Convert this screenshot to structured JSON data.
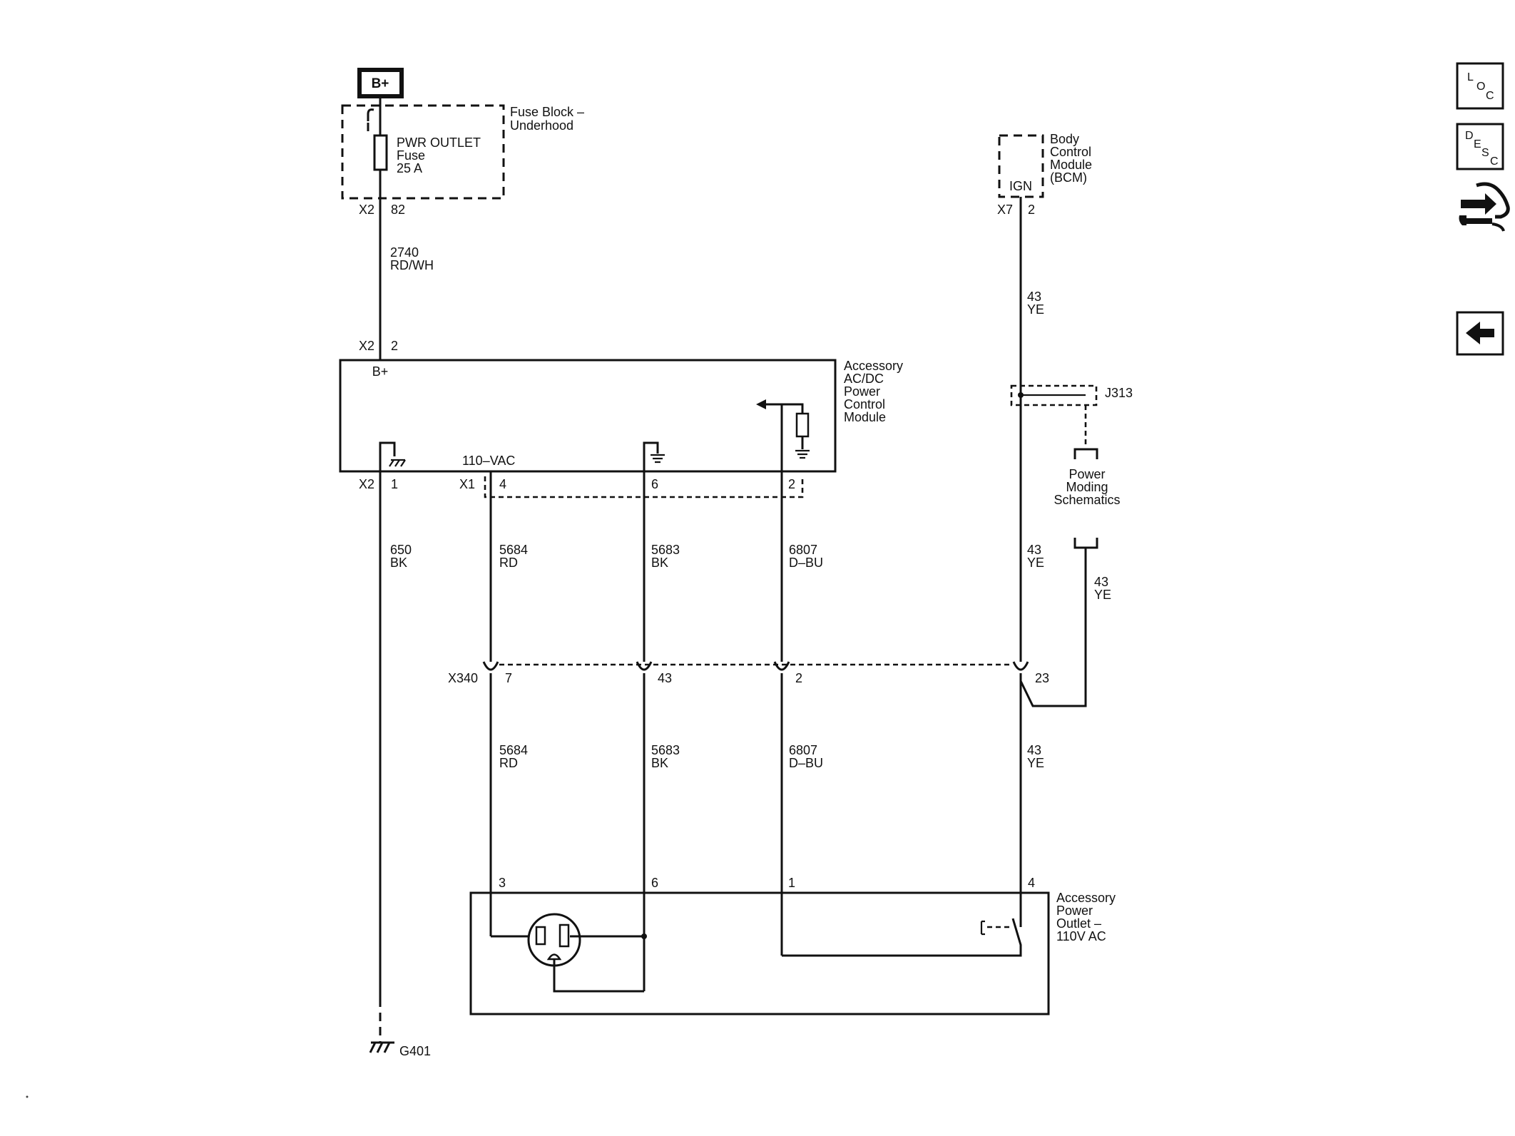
{
  "power_source": {
    "label": "B+"
  },
  "fuse_block": {
    "title_1": "Fuse Block –",
    "title_2": "Underhood",
    "fuse_line_1": "PWR OUTLET",
    "fuse_line_2": "Fuse",
    "fuse_line_3": "25 A",
    "connector": "X2",
    "pin": "82"
  },
  "bcm": {
    "title_1": "Body",
    "title_2": "Control",
    "title_3": "Module",
    "title_4": "(BCM)",
    "ign": "IGN",
    "connector": "X7",
    "pin": "2"
  },
  "circuits": {
    "c2740": {
      "num": "2740",
      "color": "RD/WH"
    },
    "c43_top": {
      "num": "43",
      "color": "YE"
    },
    "c650": {
      "num": "650",
      "color": "BK"
    },
    "c5684_top": {
      "num": "5684",
      "color": "RD"
    },
    "c5683_top": {
      "num": "5683",
      "color": "BK"
    },
    "c6807_top": {
      "num": "6807",
      "color": "D–BU"
    },
    "c43_mid": {
      "num": "43",
      "color": "YE"
    },
    "c43_branch": {
      "num": "43",
      "color": "YE"
    },
    "c5684_bot": {
      "num": "5684",
      "color": "RD"
    },
    "c5683_bot": {
      "num": "5683",
      "color": "BK"
    },
    "c6807_bot": {
      "num": "6807",
      "color": "D–BU"
    },
    "c43_bot": {
      "num": "43",
      "color": "YE"
    }
  },
  "power_module": {
    "title_1": "Accessory",
    "title_2": "AC/DC",
    "title_3": "Power",
    "title_4": "Control",
    "title_5": "Module",
    "bplus": "B+",
    "vac": "110–VAC",
    "top_connector": "X2",
    "top_pin": "2",
    "gnd_connector": "X2",
    "gnd_pin": "1",
    "x1_connector": "X1",
    "x1_pin_a": "4",
    "x1_pin_b": "6",
    "x1_pin_c": "2"
  },
  "splice": {
    "label": "J313"
  },
  "power_moding": {
    "line_1": "Power",
    "line_2": "Moding",
    "line_3": "Schematics"
  },
  "inline_connector": {
    "label": "X340",
    "pin_a": "7",
    "pin_b": "43",
    "pin_c": "2",
    "pin_d": "23"
  },
  "outlet": {
    "title_1": "Accessory",
    "title_2": "Power",
    "title_3": "Outlet –",
    "title_4": "110V AC",
    "pin_a": "3",
    "pin_b": "6",
    "pin_c": "1",
    "pin_d": "4"
  },
  "ground": {
    "label": "G401"
  },
  "nav": {
    "loc": {
      "a": "L",
      "b": "O",
      "c": "C",
      "icon": "location-icon"
    },
    "desc": {
      "a": "D",
      "b": "E",
      "c": "S",
      "d": "C",
      "icon": "description-icon"
    },
    "connector_icon": "connector-hand-icon",
    "back_icon": "back-arrow-icon"
  }
}
